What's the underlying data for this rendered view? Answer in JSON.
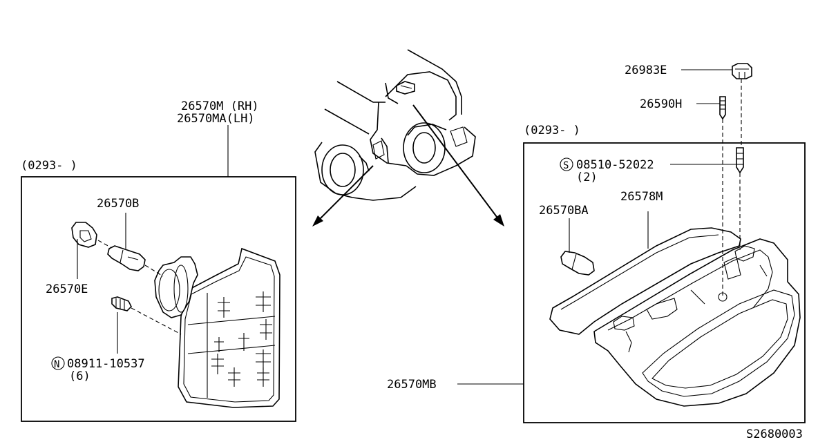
{
  "labels": {
    "lamp_rh": "26570M (RH)",
    "lamp_lh": "26570MA(LH)",
    "left_date": "(0293-    )",
    "bulb_left": "26570B",
    "socket": "26570E",
    "nut_symbol": "N",
    "nut_part": "08911-10537",
    "nut_qty": "(6)",
    "clip": "26983E",
    "screw": "26590H",
    "right_date": "(0293-    )",
    "screw2_symbol": "S",
    "screw2_part": "08510-52022",
    "screw2_qty": "(2)",
    "bulb_right": "26570BA",
    "lens": "26578M",
    "stop_lamp": "26570MB",
    "diagram_id": "S2680003"
  }
}
